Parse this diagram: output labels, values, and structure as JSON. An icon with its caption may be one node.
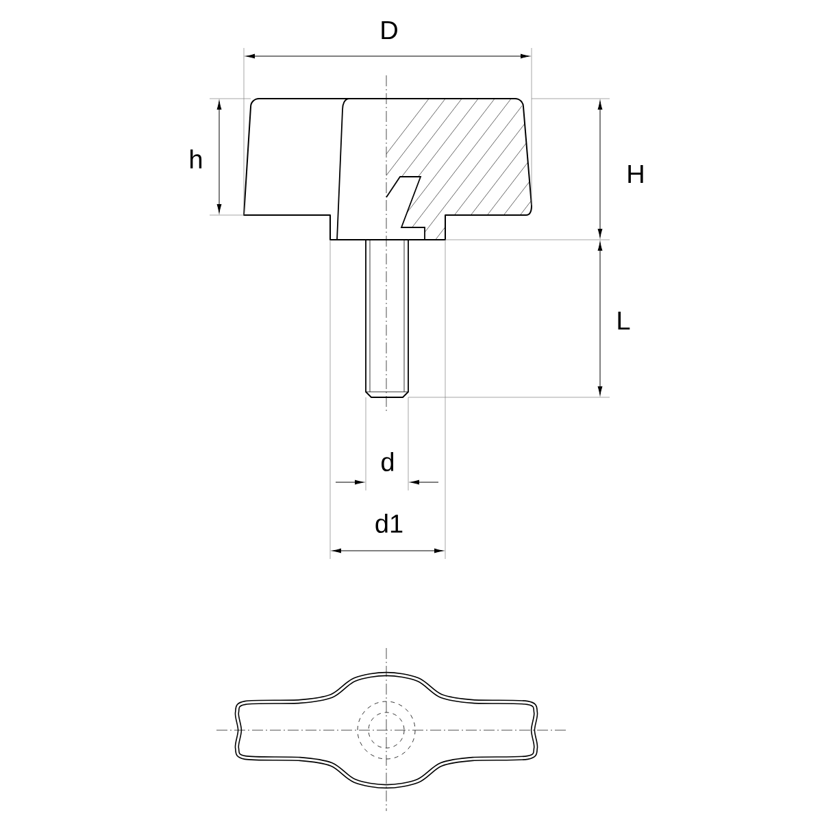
{
  "diagram": {
    "labels": [
      "D",
      "h",
      "H",
      "L",
      "d",
      "d1"
    ]
  }
}
